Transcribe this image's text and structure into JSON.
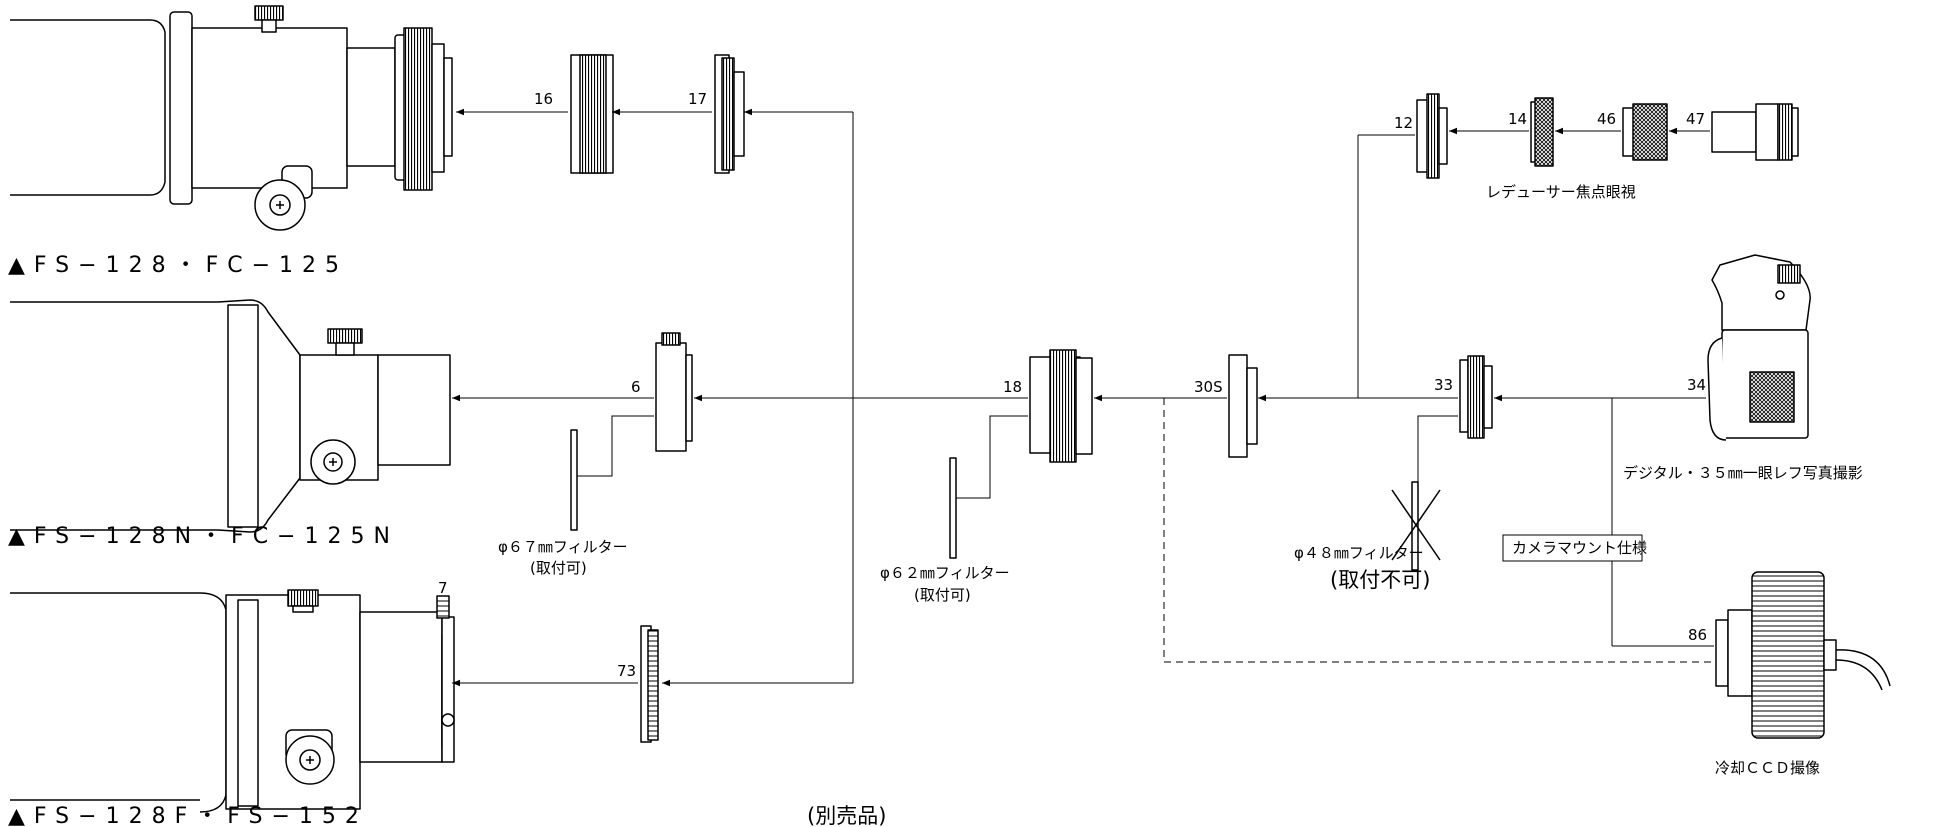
{
  "telescopes": {
    "t1": "▲FS−128・FC−125",
    "t2": "▲FS−128N・FC−125N",
    "t3": "▲FS−128F・FS−152"
  },
  "parts": {
    "p16": "16",
    "p17": "17",
    "p6": "6",
    "p7": "7",
    "p73": "73",
    "p18": "18",
    "p30": "30S",
    "p12": "12",
    "p14": "14",
    "p46": "46",
    "p47": "47",
    "p33": "33",
    "p34": "34",
    "p86": "86"
  },
  "captions": {
    "f67_a": "φ６７㎜フィルター",
    "f67_b": "(取付可)",
    "f62_a": "φ６２㎜フィルター",
    "f62_b": "(取付可)",
    "f48_a": "φ４８㎜フィルター",
    "f48_b": "(取付不可)",
    "sold_sep": "(別売品)",
    "reducer_visual": "レデューサー焦点眼視",
    "digital_slr": "デジタル・３５㎜一眼レフ写真撮影",
    "camera_mount": "カメラマウント仕様",
    "ccd": "冷却ＣＣＤ撮像"
  }
}
